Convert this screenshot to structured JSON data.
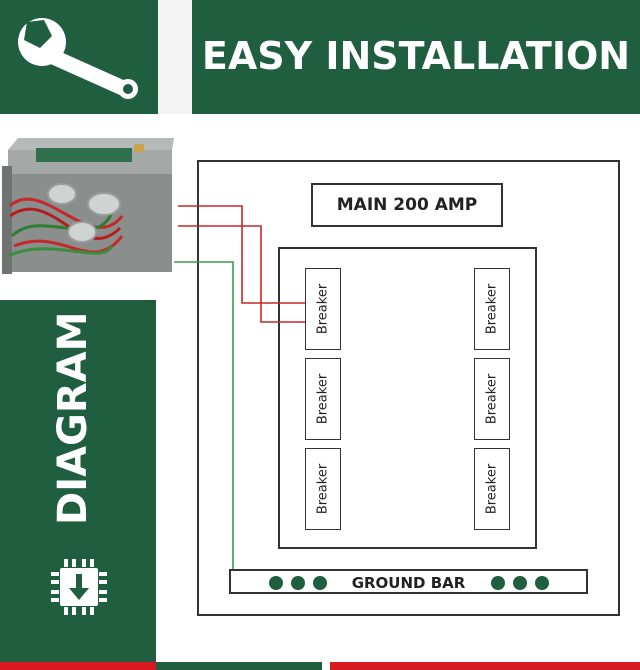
{
  "header": {
    "title": "EASY INSTALLATION"
  },
  "side": {
    "title": "DIAGRAM"
  },
  "panel": {
    "main_label": "MAIN 200 AMP",
    "breakers": [
      "Breaker",
      "Breaker",
      "Breaker",
      "Breaker",
      "Breaker",
      "Breaker"
    ],
    "ground_bar_label": "GROUND BAR"
  },
  "icons": {
    "top": "wrench-icon",
    "bottom": "chip-download-icon",
    "device": "transfer-switch-box-image"
  },
  "colors": {
    "brand_green": "#1f5e3f",
    "wire_red": "#c62828",
    "wire_green": "#3a9b4a",
    "accent_red": "#d71920"
  }
}
